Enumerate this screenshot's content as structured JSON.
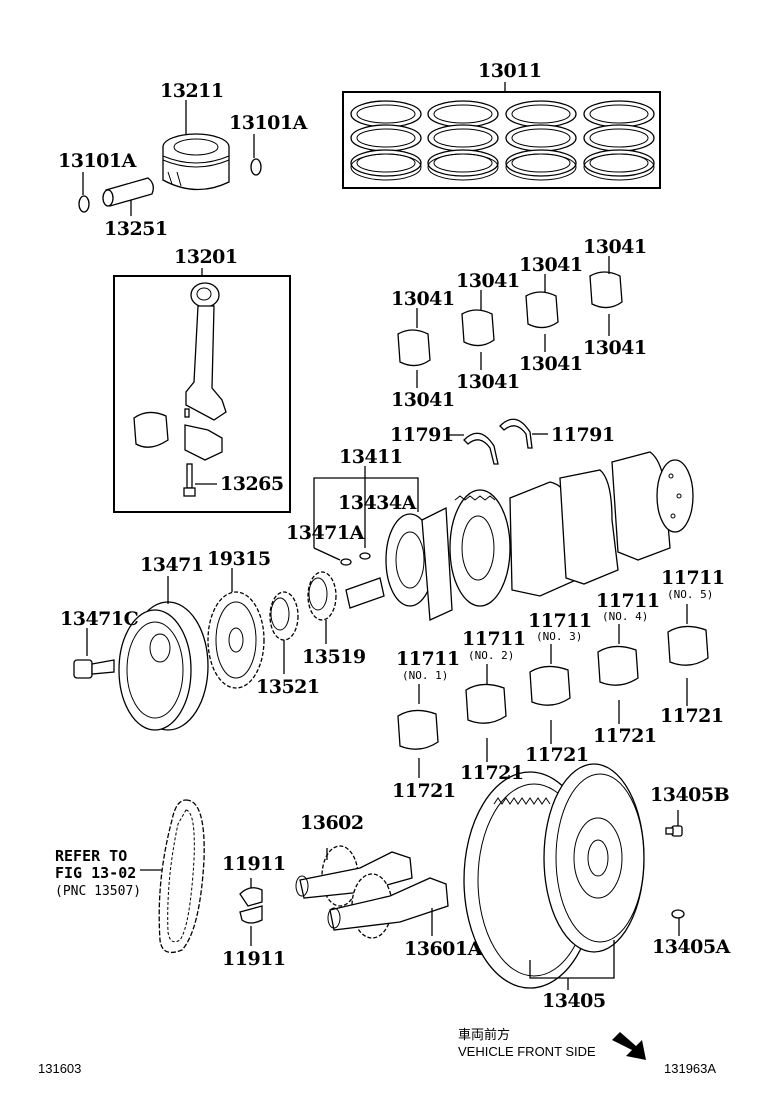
{
  "diagram": {
    "title": "Crankshaft & Piston Parts Diagram",
    "figure_left_code": "131603",
    "figure_right_code": "131963A",
    "direction_note": {
      "jp": "車両前方",
      "en": "VEHICLE FRONT SIDE",
      "icon": "arrow-down-right-icon"
    },
    "refer_note": {
      "line1": "REFER TO",
      "line2": "FIG 13-02",
      "line3": "(PNC 13507)"
    },
    "parts": {
      "piston": "13211",
      "snap_ring_left": "13101A",
      "snap_ring_right": "13101A",
      "piston_pin": "13251",
      "piston_ring_set": "13011",
      "connecting_rod_assy": "13201",
      "conrod_bolt": "13265",
      "conrod_bearings": [
        "13041",
        "13041",
        "13041",
        "13041",
        "13041",
        "13041",
        "13041",
        "13041"
      ],
      "thrust_washer_left": "11791",
      "thrust_washer_right": "11791",
      "crankshaft_key_group": "13411",
      "key_13434a": "13434A",
      "key_13471a": "13471A",
      "crank_pulley": "13471",
      "pulley_bolt": "13471C",
      "timing_sprocket": "19315",
      "spacer_13521": "13521",
      "sprocket_13519": "13519",
      "main_bearings_upper": [
        {
          "code": "11711",
          "position": "(NO. 1)"
        },
        {
          "code": "11711",
          "position": "(NO. 2)"
        },
        {
          "code": "11711",
          "position": "(NO. 3)"
        },
        {
          "code": "11711",
          "position": "(NO. 4)"
        },
        {
          "code": "11711",
          "position": "(NO. 5)"
        }
      ],
      "main_bearings_lower": [
        "11721",
        "11721",
        "11721",
        "11721",
        "11721"
      ],
      "balance_shaft_bearing_upper": "11911",
      "balance_shaft_bearing_lower": "11911",
      "balance_gear": "13602",
      "balance_shaft_assy": "13601A",
      "flywheel_assy": "13405",
      "flywheel_bolt": "13405B",
      "flywheel_pin": "13405A"
    }
  }
}
